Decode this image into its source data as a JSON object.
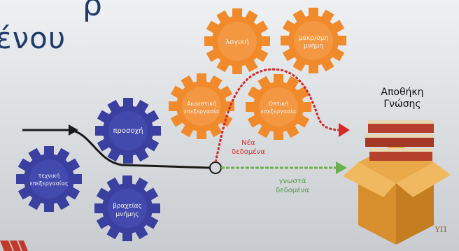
{
  "title": {
    "line1": "ρ",
    "line2": "ένου"
  },
  "gears": {
    "attention": "προσοχή",
    "processing_level": [
      "τεχνική",
      "επεξεργασίας"
    ],
    "short_term_memory": [
      "βραχείας",
      "μνήμης"
    ],
    "auditory_processing": [
      "Ακουστική",
      "επεξεργασία"
    ],
    "visual_processing": [
      "Οπτική",
      "επεξεργασία"
    ],
    "logic": "λογική",
    "long_term_memory": [
      "μακρ/σμη",
      "μνήμη"
    ]
  },
  "flows": {
    "new_data": [
      "Νέα",
      "δεδομένα"
    ],
    "known_data": [
      "γνωστά",
      "δεδομένα"
    ]
  },
  "knowledge_store": {
    "line1": "Αποθήκη",
    "line2": "Γνώσης",
    "stamp": "ΥΠ"
  },
  "colors": {
    "blue_gear": "#3a3fa0",
    "orange_gear": "#f08a2a",
    "new_arrow": "#d62828",
    "known_arrow": "#6ab04c",
    "title": "#1f3b6b"
  }
}
